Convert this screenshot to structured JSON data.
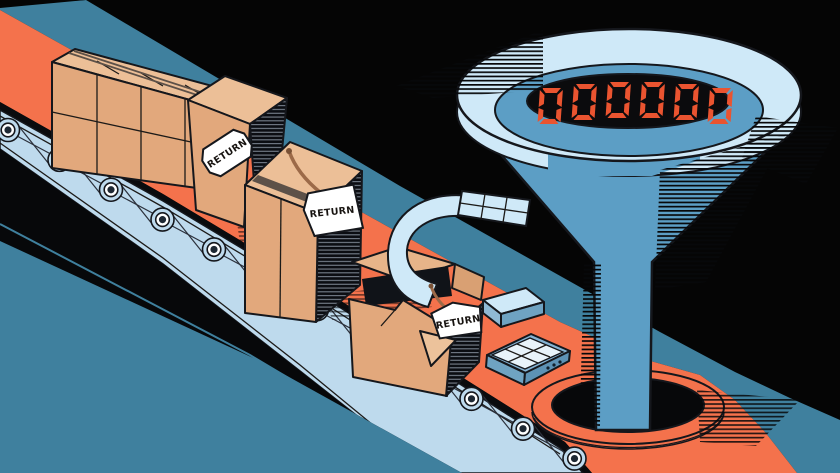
{
  "scene": {
    "description": "Editorial illustration: cardboard return packages on a conveyor belt feeding into a large funnel with a digital tally counter above a hole"
  },
  "counter": {
    "name": "return-counter-display",
    "value": "000000",
    "digit_color": "#ea5430",
    "panel_color": "#0b0b0d"
  },
  "tags": [
    {
      "label": "RETURN"
    },
    {
      "label": "RETURN"
    },
    {
      "label": "RETURN"
    }
  ],
  "conveyor": {
    "roller_count": 12
  },
  "palette": {
    "background_black": "#050505",
    "band_teal": "#3f809e",
    "platform_orange": "#f4724c",
    "belt_blue": "#bedaed",
    "pale_blue": "#cfe9f8",
    "funnel_blue": "#5c9ec5",
    "cardboard_front": "#e2a87c",
    "cardboard_top": "#ecbf97",
    "tag_white": "#ffffff",
    "twine_brown": "#9c6a48"
  }
}
